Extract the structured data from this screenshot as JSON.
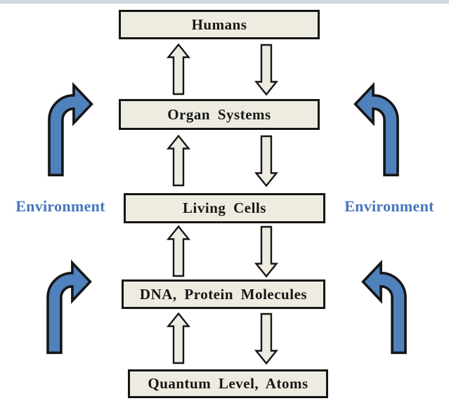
{
  "levels": [
    {
      "label": "Humans"
    },
    {
      "label": "Organ Systems"
    },
    {
      "label": "Living Cells"
    },
    {
      "label": "DNA, Protein Molecules"
    },
    {
      "label": "Quantum Level, Atoms"
    }
  ],
  "environment_left": {
    "label": "Environment"
  },
  "environment_right": {
    "label": "Environment"
  },
  "icons": {
    "up_arrow": "hollow upward block arrow between levels",
    "down_arrow": "hollow downward block arrow between levels",
    "curved_arrow_left": "blue curved arrow bending up-right from environment toward hierarchy",
    "curved_arrow_right": "blue curved arrow bending up-left from environment toward hierarchy"
  },
  "colors": {
    "box_fill": "#EEECE1",
    "box_border": "#161616",
    "arrow_fill": "#EEECE1",
    "curved_arrow_fill": "#4F81BD",
    "environment_text": "#4577BE",
    "top_strip": "#D1D7DF"
  }
}
